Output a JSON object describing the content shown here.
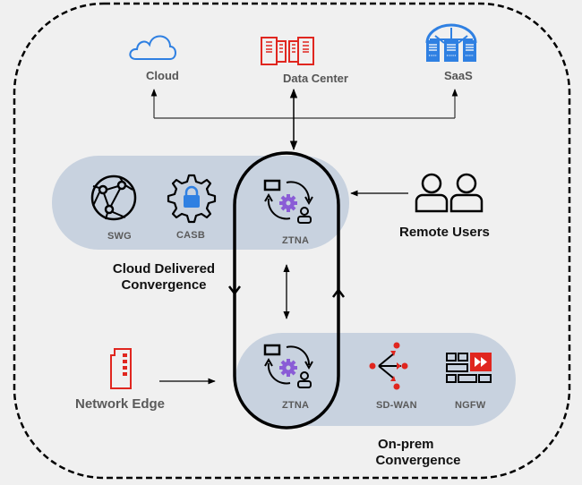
{
  "title": "Convergence Architecture",
  "colors": {
    "background": "#f0f0f0",
    "pill": "#c8d2df",
    "blue": "#2f80e2",
    "red": "#e0261f",
    "purple": "#8a5cd6",
    "black": "#000000"
  },
  "destinations": [
    {
      "label": "Cloud",
      "icon": "cloud-icon"
    },
    {
      "label": "Data Center",
      "icon": "data-center-icon"
    },
    {
      "label": "SaaS",
      "icon": "saas-icon"
    }
  ],
  "cloud_group": {
    "title_line1": "Cloud Delivered",
    "title_line2": "Convergence",
    "items": [
      {
        "label": "SWG",
        "icon": "swg-globe-icon"
      },
      {
        "label": "CASB",
        "icon": "casb-gear-lock-icon"
      },
      {
        "label": "ZTNA",
        "icon": "ztna-icon"
      }
    ]
  },
  "onprem_group": {
    "title_line1": "On-prem",
    "title_line2": "Convergence",
    "items": [
      {
        "label": "ZTNA",
        "icon": "ztna-icon"
      },
      {
        "label": "SD-WAN",
        "icon": "sd-wan-icon"
      },
      {
        "label": "NGFW",
        "icon": "ngfw-icon"
      }
    ]
  },
  "sources": {
    "remote_users": "Remote Users",
    "network_edge": "Network Edge"
  }
}
